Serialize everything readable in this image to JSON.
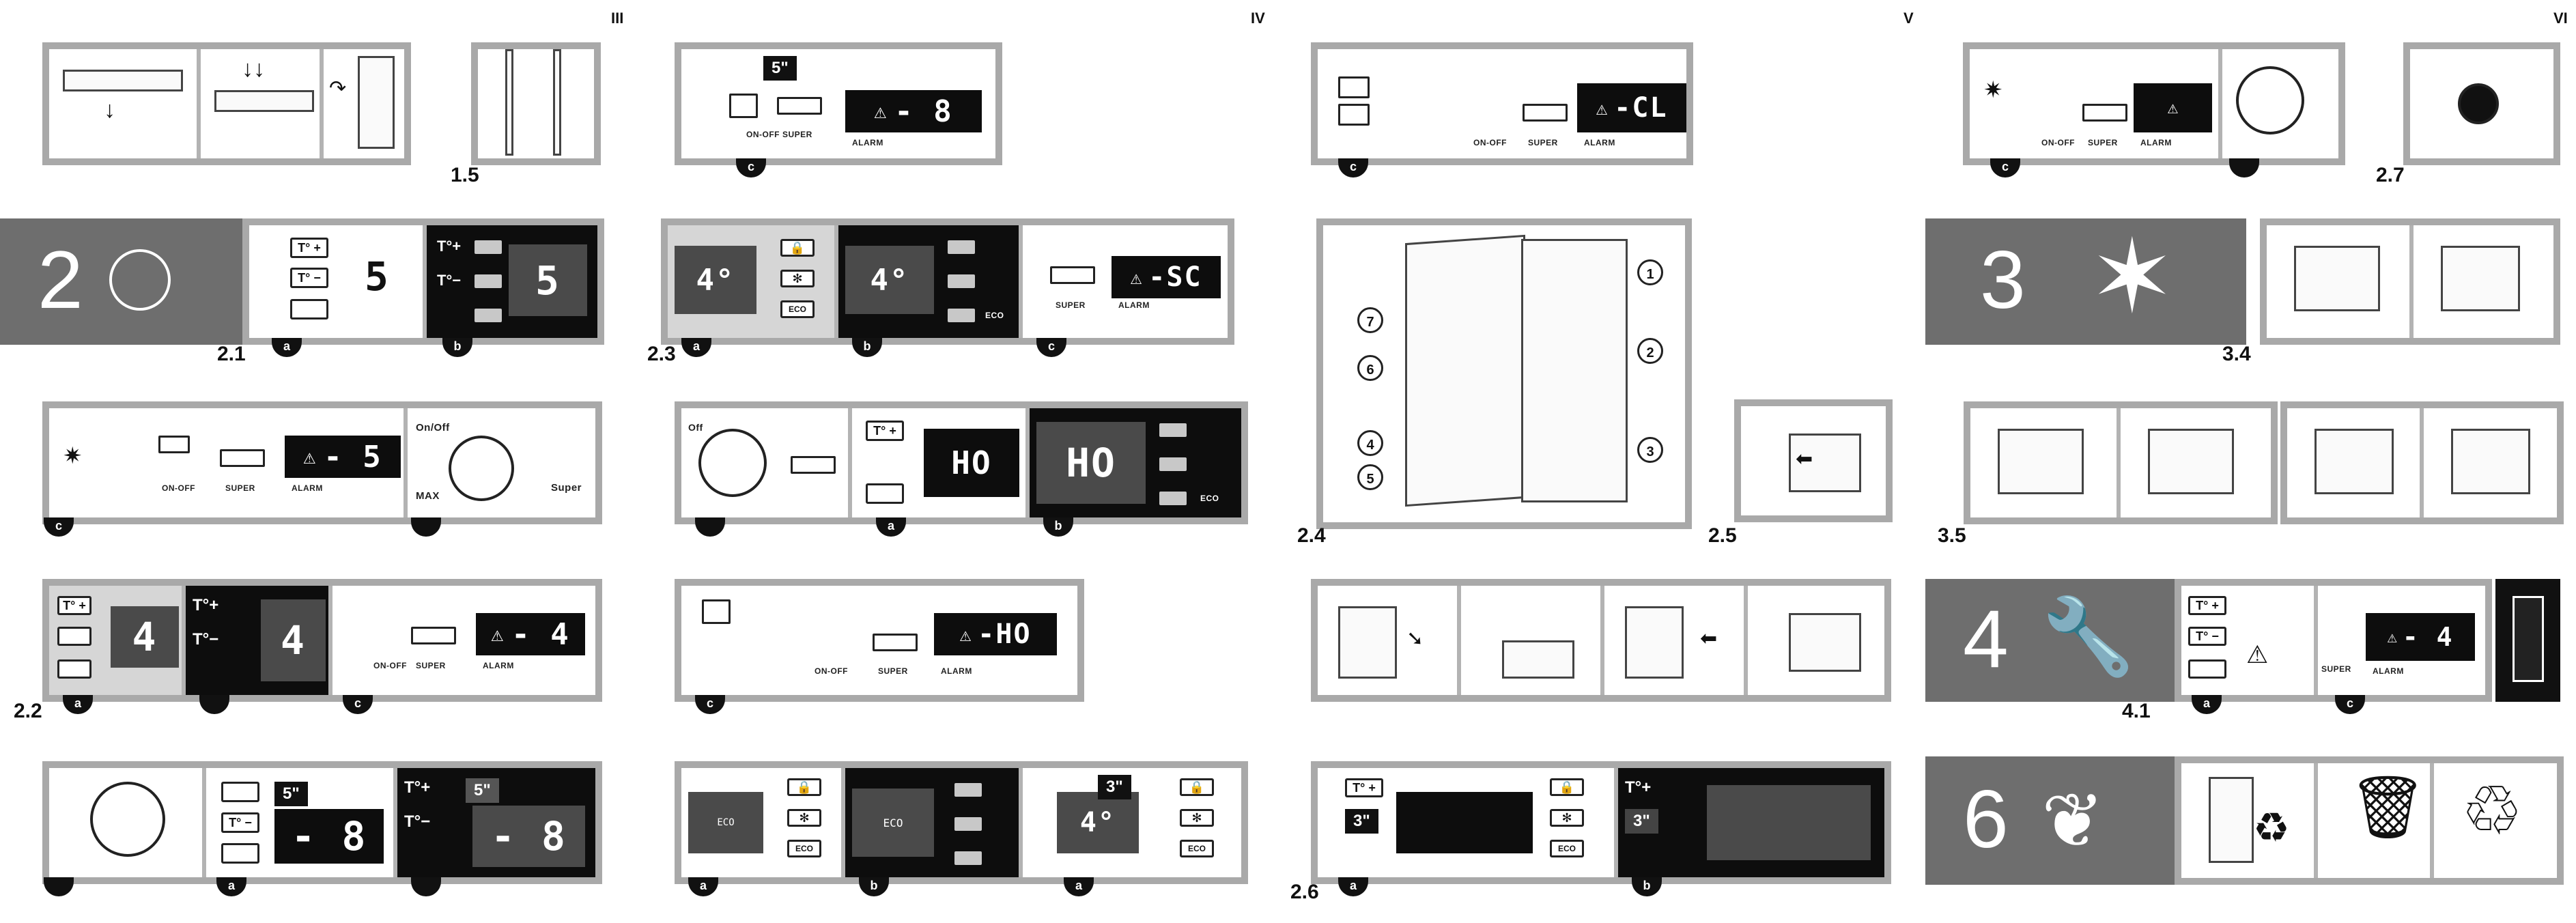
{
  "pages": {
    "p3": "III",
    "p4": "IV",
    "p5": "V",
    "p6": "VI"
  },
  "steps": {
    "s1_5": "1.5",
    "s2_1": "2.1",
    "s2_2": "2.2",
    "s2_3": "2.3",
    "s2_4": "2.4",
    "s2_5": "2.5",
    "s2_6": "2.6",
    "s2_7": "2.7",
    "s3_4": "3.4",
    "s3_5": "3.5",
    "s4_1": "4.1"
  },
  "banners": {
    "b2": "2",
    "b3": "3",
    "b4": "4",
    "b6": "6"
  },
  "badges": {
    "a": "a",
    "b": "b",
    "c": "c"
  },
  "controls": {
    "t_plus": "T° +",
    "t_minus": "T° −",
    "t_plus_sup": "T°+",
    "t_minus_sup": "T°−",
    "on_off": "ON-OFF",
    "super": "SUPER",
    "alarm": "ALARM",
    "eco": "ECO",
    "dial_on_off": "On/Off",
    "dial_max": "MAX",
    "dial_super": "Super",
    "dial_off": "Off"
  },
  "displays": {
    "d5": "5",
    "dminus5": "- 5",
    "dminus8": "- 8",
    "d4": "4",
    "dminus4": "- 4",
    "d8": "8",
    "dminus8b": "- 8",
    "d4c": "4°",
    "dsc": "-SC",
    "dho": "HO",
    "dminusho": "-HO",
    "dcl": "-CL",
    "dminus4b": "- 4"
  },
  "timers": {
    "t5": "5\"",
    "t3": "3\""
  },
  "callouts": [
    "1",
    "2",
    "3",
    "4",
    "5",
    "6",
    "7"
  ]
}
